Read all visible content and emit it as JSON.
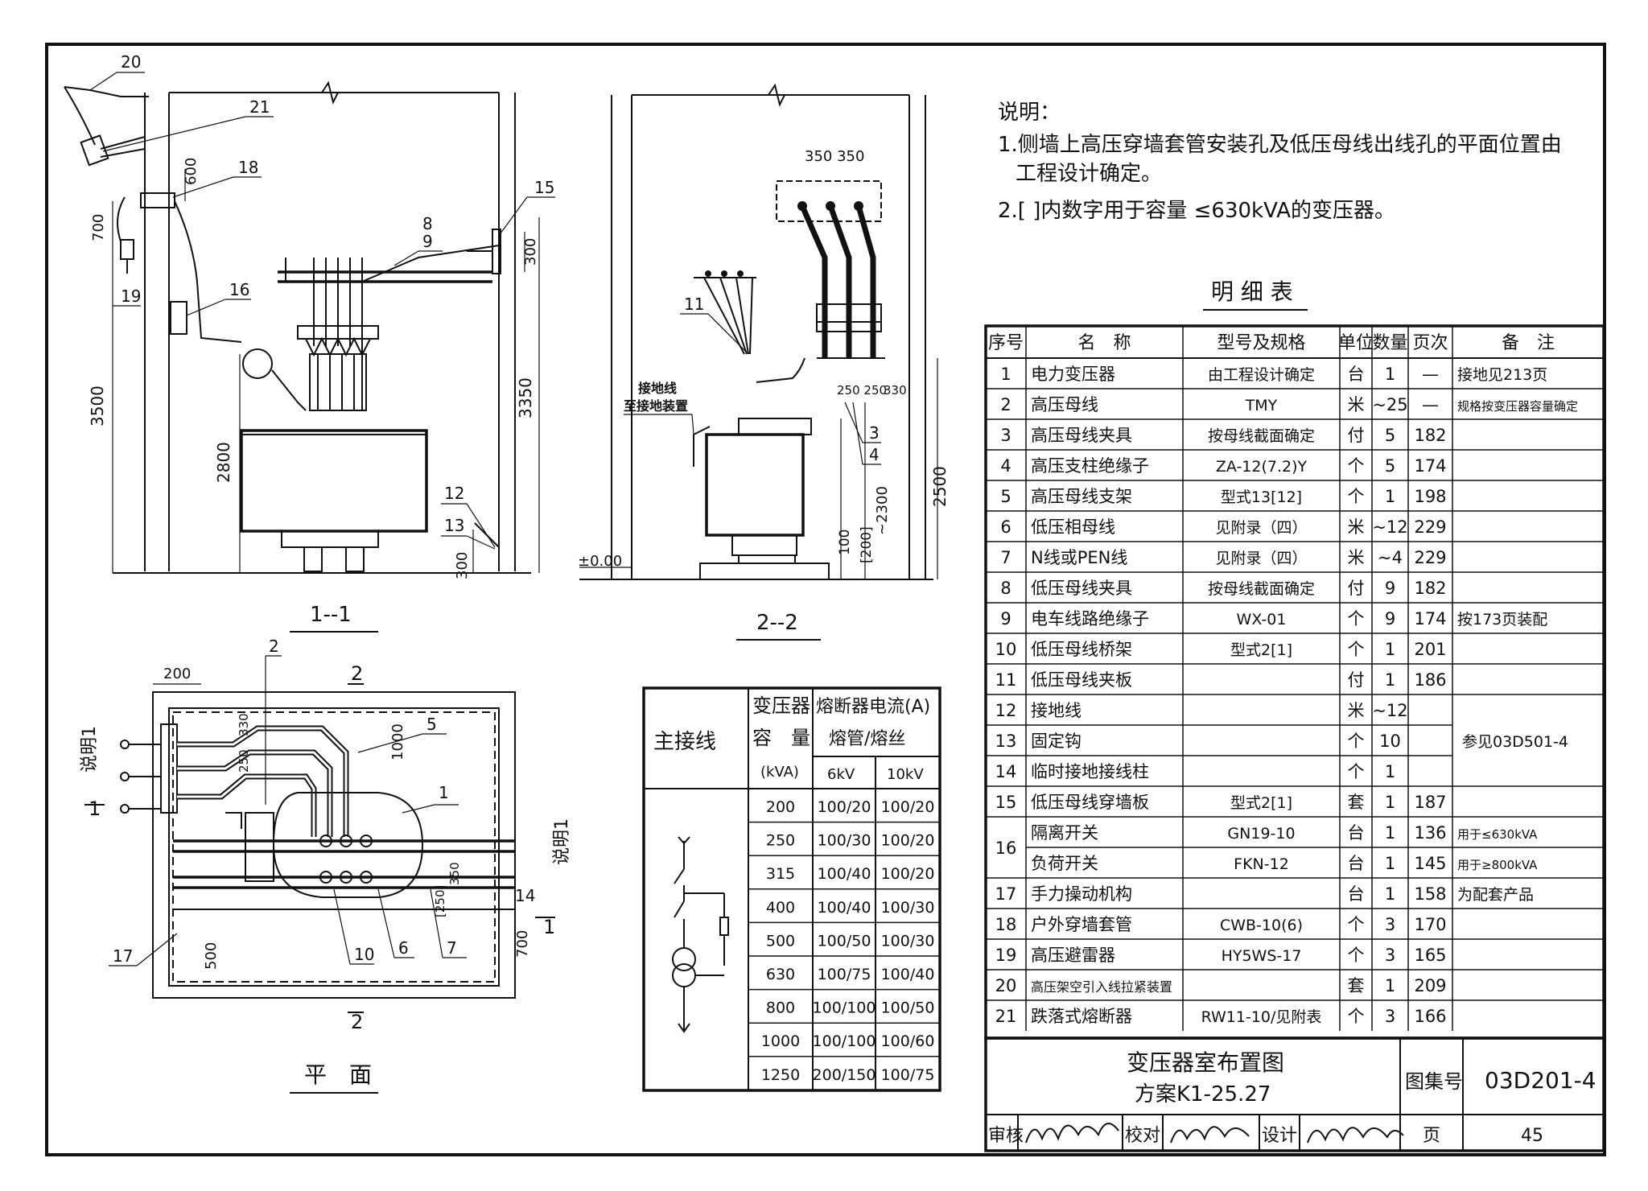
{
  "notes": {
    "heading": "说明：",
    "items": [
      "1.侧墙上高压穿墙套管安装孔及低压母线出线孔的平面位置由",
      "工程设计确定。",
      "2.[ ]内数字用于容量 ≤630kVA的变压器。"
    ]
  },
  "bom": {
    "title": "明 细 表",
    "headers": [
      "序号",
      "名　称",
      "型号及规格",
      "单位",
      "数量",
      "页次",
      "备　注"
    ],
    "rows": [
      {
        "no": "1",
        "name": "电力变压器",
        "model": "由工程设计确定",
        "unit": "台",
        "qty": "1",
        "page": "—",
        "remark": "接地见213页"
      },
      {
        "no": "2",
        "name": "高压母线",
        "model": "TMY",
        "unit": "米",
        "qty": "~25",
        "page": "—",
        "remark": "规格按变压器容量确定"
      },
      {
        "no": "3",
        "name": "高压母线夹具",
        "model": "按母线截面确定",
        "unit": "付",
        "qty": "5",
        "page": "182",
        "remark": ""
      },
      {
        "no": "4",
        "name": "高压支柱绝缘子",
        "model": "ZA-12(7.2)Y",
        "unit": "个",
        "qty": "5",
        "page": "174",
        "remark": ""
      },
      {
        "no": "5",
        "name": "高压母线支架",
        "model": "型式13[12]",
        "unit": "个",
        "qty": "1",
        "page": "198",
        "remark": ""
      },
      {
        "no": "6",
        "name": "低压相母线",
        "model": "见附录（四）",
        "unit": "米",
        "qty": "~12",
        "page": "229",
        "remark": ""
      },
      {
        "no": "7",
        "name": "N线或PEN线",
        "model": "见附录（四）",
        "unit": "米",
        "qty": "~4",
        "page": "229",
        "remark": ""
      },
      {
        "no": "8",
        "name": "低压母线夹具",
        "model": "按母线截面确定",
        "unit": "付",
        "qty": "9",
        "page": "182",
        "remark": ""
      },
      {
        "no": "9",
        "name": "电车线路绝缘子",
        "model": "WX-01",
        "unit": "个",
        "qty": "9",
        "page": "174",
        "remark": "按173页装配"
      },
      {
        "no": "10",
        "name": "低压母线桥架",
        "model": "型式2[1]",
        "unit": "个",
        "qty": "1",
        "page": "201",
        "remark": ""
      },
      {
        "no": "11",
        "name": "低压母线夹板",
        "model": "",
        "unit": "付",
        "qty": "1",
        "page": "186",
        "remark": ""
      },
      {
        "no": "12",
        "name": "接地线",
        "model": "",
        "unit": "米",
        "qty": "~12",
        "page": "",
        "remark": ""
      },
      {
        "no": "13",
        "name": "固定钩",
        "model": "",
        "unit": "个",
        "qty": "10",
        "page": "",
        "remark": ""
      },
      {
        "no": "14",
        "name": "临时接地接线柱",
        "model": "",
        "unit": "个",
        "qty": "1",
        "page": "",
        "remark": ""
      },
      {
        "no": "15",
        "name": "低压母线穿墙板",
        "model": "型式2[1]",
        "unit": "套",
        "qty": "1",
        "page": "187",
        "remark": ""
      },
      {
        "no": "16",
        "name": "隔离开关",
        "model": "GN19-10",
        "unit": "台",
        "qty": "1",
        "page": "136",
        "remark": "用于≤630kVA"
      },
      {
        "no": "",
        "name": "负荷开关",
        "model": "FKN-12",
        "unit": "台",
        "qty": "1",
        "page": "145",
        "remark": "用于≥800kVA"
      },
      {
        "no": "17",
        "name": "手力操动机构",
        "model": "",
        "unit": "台",
        "qty": "1",
        "page": "158",
        "remark": "为配套产品"
      },
      {
        "no": "18",
        "name": "户外穿墙套管",
        "model": "CWB-10(6)",
        "unit": "个",
        "qty": "3",
        "page": "170",
        "remark": ""
      },
      {
        "no": "19",
        "name": "高压避雷器",
        "model": "HY5WS-17",
        "unit": "个",
        "qty": "3",
        "page": "165",
        "remark": ""
      },
      {
        "no": "20",
        "name": "高压架空引入线拉紧装置",
        "model": "",
        "unit": "套",
        "qty": "1",
        "page": "209",
        "remark": ""
      },
      {
        "no": "21",
        "name": "跌落式熔断器",
        "model": "RW11-10/见附表",
        "unit": "个",
        "qty": "3",
        "page": "166",
        "remark": ""
      }
    ],
    "merged_remark": "参见03D501-4"
  },
  "title_block": {
    "title": "变压器室布置图",
    "subtitle": "方案K1-25.27",
    "atlas_label": "图集号",
    "atlas_no": "03D201-4",
    "review_label": "审核",
    "check_label": "校对",
    "design_label": "设计",
    "page_label": "页",
    "page_no": "45"
  },
  "fuse_table": {
    "main_wiring_label": "主接线",
    "capacity_label_1": "变压器",
    "capacity_label_2": "容　量",
    "capacity_unit": "(kVA)",
    "current_label": "熔断器电流(A)",
    "tube_label": "熔管/熔丝",
    "col_6kv": "6kV",
    "col_10kv": "10kV",
    "rows": [
      {
        "kva": "200",
        "v6": "100/20",
        "v10": "100/20"
      },
      {
        "kva": "250",
        "v6": "100/30",
        "v10": "100/20"
      },
      {
        "kva": "315",
        "v6": "100/40",
        "v10": "100/20"
      },
      {
        "kva": "400",
        "v6": "100/40",
        "v10": "100/30"
      },
      {
        "kva": "500",
        "v6": "100/50",
        "v10": "100/30"
      },
      {
        "kva": "630",
        "v6": "100/75",
        "v10": "100/40"
      },
      {
        "kva": "800",
        "v6": "100/100",
        "v10": "100/50"
      },
      {
        "kva": "1000",
        "v6": "100/100",
        "v10": "100/60"
      },
      {
        "kva": "1250",
        "v6": "200/150",
        "v10": "100/75"
      }
    ]
  },
  "section_1": {
    "caption": "1--1",
    "dims": {
      "d600": "600",
      "d700": "700",
      "d300a": "300",
      "d3500": "3500",
      "d3350": "3350",
      "d2800": "2800",
      "d300b": "300"
    },
    "callouts": {
      "c20": "20",
      "c21": "21",
      "c18": "18",
      "c15": "15",
      "c8": "8",
      "c9": "9",
      "c19": "19",
      "c16": "16",
      "c12": "12",
      "c13": "13"
    }
  },
  "section_2": {
    "caption": "2--2",
    "dims": {
      "d350": "350 350",
      "d250": "250 250",
      "d330": "330",
      "d2300": "~2300",
      "d2500": "2500",
      "d100": "100",
      "d200": "[200]",
      "level": "±0.00"
    },
    "callouts": {
      "c11": "11",
      "c3": "3",
      "c4": "4"
    },
    "ground_label_1": "接地线",
    "ground_label_2": "至接地装置"
  },
  "plan": {
    "caption": "平　面",
    "dims": {
      "d200": "200",
      "d1000": "1000",
      "d500": "500",
      "d700": "700",
      "d250": "250",
      "d330": "330",
      "d350": "350",
      "d250b": "[250]"
    },
    "callouts": {
      "c2": "2",
      "c5": "5",
      "c1": "1",
      "c14": "14",
      "c17": "17",
      "c10": "10",
      "c6": "6",
      "c7": "7"
    },
    "section_mark_top": "2",
    "section_mark_bottom": "2",
    "note_left": "说明1",
    "note_right": "说明1",
    "sec1_left": "1",
    "sec1_right": "1"
  }
}
